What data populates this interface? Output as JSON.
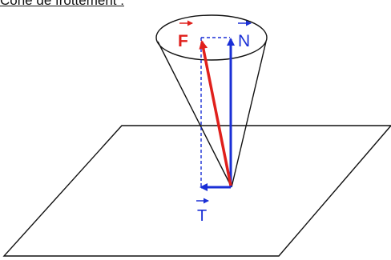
{
  "title": "Cône de frottement :",
  "labels": {
    "friction_force": "F",
    "normal_force": "N",
    "tangential_force": "T"
  },
  "colors": {
    "friction_force": "#e0201c",
    "normal_force": "#1a2fd6",
    "tangential_force": "#1a2fd6",
    "outline": "#111111"
  }
}
